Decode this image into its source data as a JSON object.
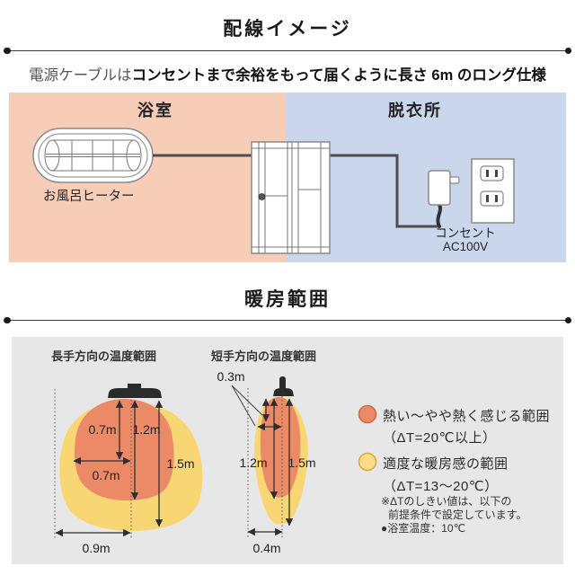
{
  "wiring": {
    "title": "配線イメージ",
    "lead_normal": "電源ケーブルは",
    "lead_bold": "コンセントまで余裕をもって届くように長さ 6m のロング仕様",
    "bathroom_label": "浴室",
    "dressing_label": "脱衣所",
    "heater_label": "お風呂ヒーター",
    "outlet_line1": "コンセント",
    "outlet_line2": "AC100V",
    "colors": {
      "bathroom_bg": "#f8cdb8",
      "dressing_bg": "#c9d6ec",
      "cable": "#4d4d4d"
    }
  },
  "heating": {
    "title": "暖房範囲",
    "left_chart": {
      "title": "長手方向の温度範囲",
      "hot_depth_upper": "0.7m",
      "hot_depth": "1.2m",
      "warm_depth": "1.5m",
      "hot_half_width": "0.7m",
      "warm_half_width": "0.9m"
    },
    "right_chart": {
      "title": "短手方向の温度範囲",
      "offset": "0.3m",
      "hot_depth": "1.2m",
      "warm_depth": "1.5m",
      "warm_half_width": "0.4m"
    },
    "legend": {
      "hot_label": "熱い～やや熱く感じる範囲",
      "hot_sub": "（ΔT=20℃以上）",
      "warm_label": "適度な暖房感の範囲",
      "warm_sub": "（ΔT=13～20℃）",
      "note_line1": "※ΔTのしきい値は、以下の",
      "note_line2": "前提条件で設定しています。",
      "note_line3": "●浴室温度：10℃"
    },
    "colors": {
      "panel_bg": "#e7e7e7",
      "hot": "#ec8a67",
      "hot_swatch_stroke": "#cf6b4b",
      "warm": "#f9d674",
      "warm_swatch": "#fbdc85",
      "warm_swatch_stroke": "#d8ab40"
    }
  }
}
